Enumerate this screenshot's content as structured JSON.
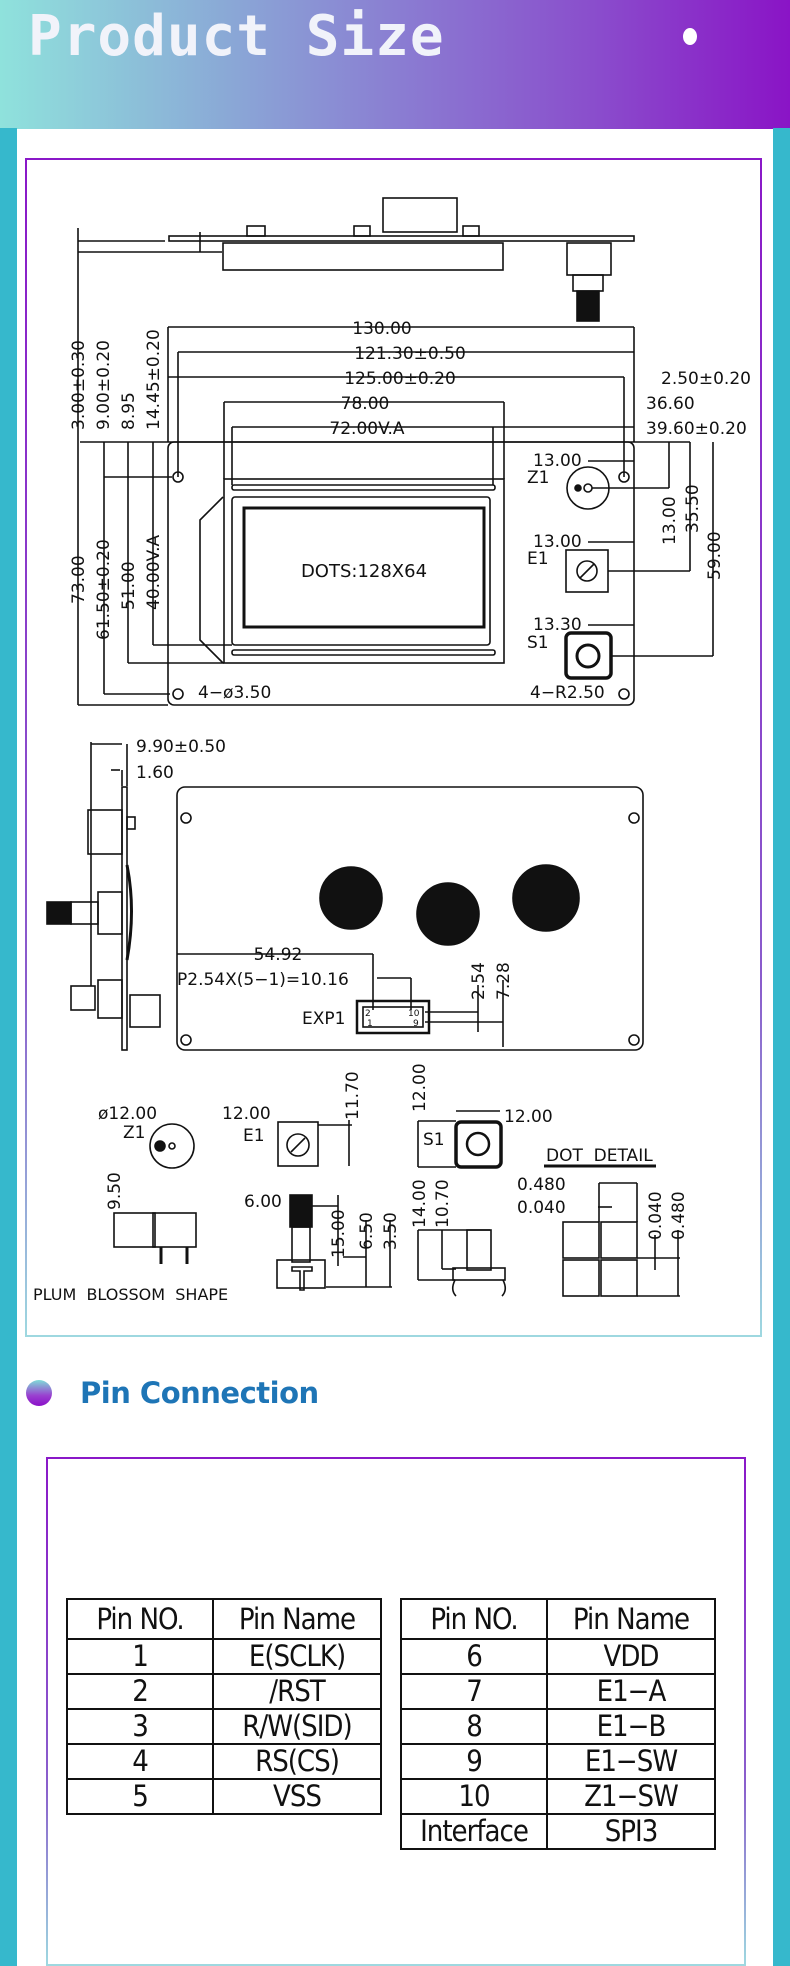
{
  "header": {
    "title": "Product Size",
    "dot_icon": "bullet-dot"
  },
  "colors": {
    "side_strip": "#36b8cc",
    "header_gradient_start": "#8fe2dc",
    "header_gradient_end": "#8a14c6",
    "frame_border": "#8a18c8",
    "heading_text": "#1e75b6"
  },
  "drawing": {
    "top_view": {
      "dims": {
        "overall_width": "130.00",
        "hole_spacing": "121.30±0.50",
        "pcb_inner": "125.00±0.20",
        "module_width": "78.00",
        "view_area_width": "72.00V.A",
        "edge_offset": "2.50±0.20",
        "right_margin_1": "36.60",
        "right_margin_2": "39.60±0.20",
        "thickness_1": "3.00±0.30",
        "thickness_2": "9.00±0.20",
        "offset_1": "8.95",
        "offset_2": "14.45±0.20",
        "overall_height": "73.00",
        "hole_spacing_v": "61.50±0.20",
        "module_height": "51.00",
        "view_area_height": "40.00V.A",
        "z1_offset": "13.00",
        "e1_offset": "13.00",
        "s1_offset": "13.30",
        "z1_v": "13.00",
        "e1_v": "35.50",
        "s1_v": "59.00",
        "mount_holes": "4−ø3.50",
        "corner_radius": "4−R2.50"
      },
      "labels": {
        "lcd": "DOTS:128X64",
        "z1": "Z1",
        "e1": "E1",
        "s1": "S1"
      }
    },
    "rear_view": {
      "dims": {
        "depth": "9.90±0.50",
        "pcb_thickness": "1.60",
        "connector_offset": "54.92",
        "pitch": "P2.54X(5−1)=10.16",
        "row_pitch": "2.54",
        "connector_height": "7.28"
      },
      "labels": {
        "connector": "EXP1",
        "pin_2": "2",
        "pin_10": "10",
        "pin_1": "1",
        "pin_9": "9"
      }
    },
    "component_details": {
      "z1": {
        "label": "Z1",
        "diameter": "ø12.00",
        "height": "9.50"
      },
      "e1": {
        "label": "E1",
        "width": "12.00",
        "height": "11.70",
        "knob": "6.00",
        "h1": "15.00",
        "h2": "6.50",
        "h3": "3.50",
        "shaft_note": "PLUM  BLOSSOM  SHAPE"
      },
      "s1": {
        "label": "S1",
        "width": "12.00",
        "height": "12.00",
        "h1": "14.00",
        "h2": "10.70"
      },
      "dot_detail": {
        "title": "DOT  DETAIL",
        "dot": "0.480",
        "gap": "0.040",
        "dot_v": "0.480",
        "gap_v": "0.040"
      }
    }
  },
  "pin_section": {
    "title": "Pin Connection",
    "dot_icon": "gradient-bullet",
    "table_left": {
      "headers": [
        "Pin  NO.",
        "Pin  Name"
      ],
      "rows": [
        [
          "1",
          "E(SCLK)"
        ],
        [
          "2",
          "/RST"
        ],
        [
          "3",
          "R/W(SID)"
        ],
        [
          "4",
          "RS(CS)"
        ],
        [
          "5",
          "VSS"
        ]
      ]
    },
    "table_right": {
      "headers": [
        "Pin  NO.",
        "Pin  Name"
      ],
      "rows": [
        [
          "6",
          "VDD"
        ],
        [
          "7",
          "E1−A"
        ],
        [
          "8",
          "E1−B"
        ],
        [
          "9",
          "E1−SW"
        ],
        [
          "10",
          "Z1−SW"
        ],
        [
          "Interface",
          "SPI3"
        ]
      ]
    }
  }
}
